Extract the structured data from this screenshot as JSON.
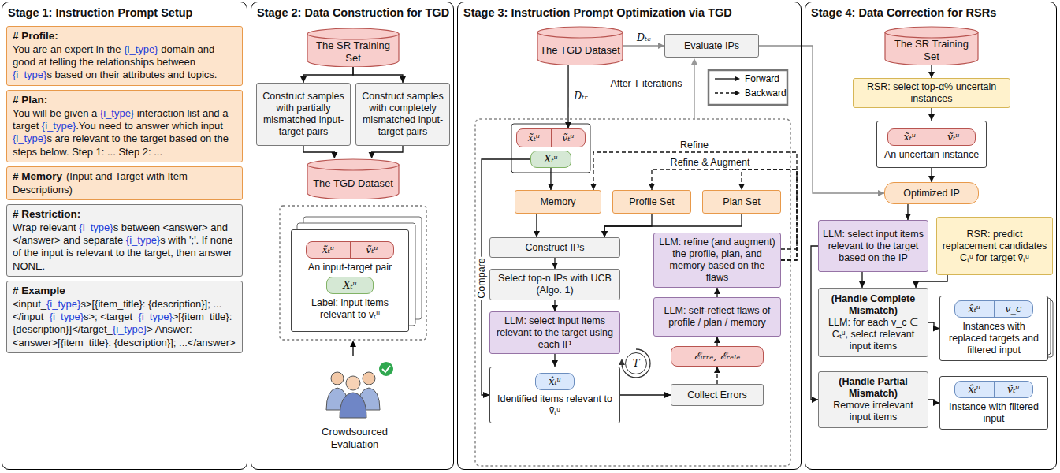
{
  "diagram": {
    "nodes": [
      {
        "text": [
          "Stage 1: Instruction Prompt Setup"
        ]
      },
      {
        "text": [
          "# Profile:",
          "You are an expert in the {i_type} domain and good at telling the relationships between {i_type}s based on their attributes and topics."
        ],
        "in": 0
      },
      {
        "text": [
          "# Plan:",
          "You will be given a {i_type} interaction list and a target {i_type}.You need to answer which input {i_type}s are relevant to the target based on the steps below. Step 1: ... Step 2: ..."
        ],
        "in": 0
      },
      {
        "text": [
          "# Memory",
          "(Input and Target with Item Descriptions)"
        ],
        "in": 0
      },
      {
        "text": [
          "# Restriction:",
          "Wrap relevant {i_type}s between <answer> and </answer> and separate {i_type}s with ';'. If none of the input is relevant to the target, then answer NONE."
        ],
        "in": 0
      },
      {
        "text": [
          "# Example",
          "<input_{i_type}s>[{item_title}: {description}]; ...</input_{i_type}s>; <target_{i_type}>[{item_title}: {description}]</target_{i_type}> Answer: <answer>[{item_title}: {description}]; ...</answer>"
        ],
        "in": 0
      },
      {
        "text": [
          "Stage 2: Data Construction for TGD"
        ]
      },
      {
        "text": [
          "The SR Training Set"
        ],
        "in": 6
      },
      {
        "text": [
          "Construct samples with partially mismatched input-target pairs"
        ],
        "in": 6
      },
      {
        "text": [
          "Construct samples with completely mismatched input-target pairs"
        ],
        "in": 6
      },
      {
        "text": [
          "The TGD Dataset"
        ],
        "in": 6
      },
      {
        "text": [
          "An input-target pair",
          "Label: input items relevant to ṽₜᵘ"
        ],
        "in": 6
      },
      {
        "text": [
          "x̃ₜᵘ",
          "ṽₜᵘ"
        ],
        "in": 11
      },
      {
        "text": [
          "Xₜᵘ"
        ],
        "in": 11
      },
      {
        "text": [
          "Stage 3: Instruction Prompt Optimization via TGD"
        ]
      },
      {
        "text": [
          "The TGD Dataset"
        ],
        "in": 14
      },
      {
        "text": [
          "Evaluate IPs"
        ],
        "in": 14
      },
      {
        "text": [
          "x̃ₜᵘ",
          "ṽₜᵘ"
        ],
        "in": 14
      },
      {
        "text": [
          "Xₜᵘ"
        ],
        "in": 14
      },
      {
        "text": [
          "Memory"
        ],
        "in": 14
      },
      {
        "text": [
          "Profile Set"
        ],
        "in": 14
      },
      {
        "text": [
          "Plan Set"
        ],
        "in": 14
      },
      {
        "text": [
          "Construct IPs"
        ],
        "in": 14
      },
      {
        "text": [
          "Select top-n IPs with UCB (Algo. 1)"
        ],
        "in": 14
      },
      {
        "text": [
          "LLM: select input items relevant to the target using each IP"
        ],
        "in": 14
      },
      {
        "text": [
          "Identified items relevant to ṽₜᵘ"
        ],
        "in": 14
      },
      {
        "text": [
          "x̂ₜᵘ"
        ],
        "in": 25
      },
      {
        "text": [
          "Collect Errors"
        ],
        "in": 14
      },
      {
        "text": [
          "ℰᵢᵣᵣₑ, ℰᵣₑₗₑ"
        ],
        "in": 14
      },
      {
        "text": [
          "LLM: self-reflect flaws of profile / plan / memory"
        ],
        "in": 14
      },
      {
        "text": [
          "LLM: refine (and augment) the profile, plan, and memory based on the flaws"
        ],
        "in": 14
      },
      {
        "text": [
          "T"
        ],
        "in": 14
      },
      {
        "text": [
          "Stage 4: Data Correction for RSRs"
        ]
      },
      {
        "text": [
          "The SR Training Set"
        ],
        "in": 32
      },
      {
        "text": [
          "RSR: select top-α% uncertain instances"
        ],
        "in": 32
      },
      {
        "text": [
          "An uncertain instance"
        ],
        "in": 32
      },
      {
        "text": [
          "x̃ₜᵘ",
          "ṽₜᵘ"
        ],
        "in": 35
      },
      {
        "text": [
          "Optimized IP"
        ],
        "in": 32
      },
      {
        "text": [
          "LLM: select input items relevant to the target based on the IP"
        ],
        "in": 32
      },
      {
        "text": [
          "RSR: predict replacement candidates Cₜᵘ for target ṽₜᵘ"
        ],
        "in": 32
      },
      {
        "text": [
          "(Handle Complete Mismatch)",
          "LLM: for each v_c ∈ Cₜᵘ, select relevant input items"
        ],
        "in": 32
      },
      {
        "text": [
          "Instances with replaced targets and filtered input"
        ],
        "in": 32
      },
      {
        "text": [
          "x̂ₜᵘ",
          "v_c"
        ],
        "in": 41
      },
      {
        "text": [
          "(Handle Partial Mismatch)",
          "Remove irrelevant input items"
        ],
        "in": 32
      },
      {
        "text": [
          "Instance with filtered input"
        ],
        "in": 32
      },
      {
        "text": [
          "x̂ₜᵘ",
          "ṽₜᵘ"
        ],
        "in": 44
      }
    ],
    "edges": [
      {
        "from": 7,
        "to": 8,
        "arrow": "to"
      },
      {
        "from": 7,
        "to": 9,
        "arrow": "to"
      },
      {
        "from": 8,
        "to": 10,
        "arrow": "to"
      },
      {
        "from": 9,
        "to": 10,
        "arrow": "to"
      },
      {
        "from": 15,
        "to": 16,
        "label": "Dₜₑ",
        "arrow": "to"
      },
      {
        "from": 15,
        "to": 17,
        "label": "Dₜᵣ",
        "arrow": "to"
      },
      {
        "from": 18,
        "to": 19,
        "arrow": "to"
      },
      {
        "from": 19,
        "to": 22,
        "arrow": "to"
      },
      {
        "from": 20,
        "to": 22,
        "arrow": "to"
      },
      {
        "from": 21,
        "to": 22,
        "arrow": "to"
      },
      {
        "from": 22,
        "to": 23,
        "arrow": "to"
      },
      {
        "from": 23,
        "to": 24,
        "arrow": "to"
      },
      {
        "from": 24,
        "to": 25,
        "arrow": "to"
      },
      {
        "from": 18,
        "to": 25,
        "label": "Compare",
        "arrow": "to"
      },
      {
        "from": 25,
        "to": 27,
        "arrow": "to"
      },
      {
        "from": 27,
        "to": 28,
        "arrow": "to"
      },
      {
        "from": 28,
        "to": 29,
        "arrow": "to"
      },
      {
        "from": 29,
        "to": 30,
        "arrow": "to"
      },
      {
        "from": 30,
        "to": 19,
        "label": "Refine",
        "arrow": "to"
      },
      {
        "from": 30,
        "to": 20,
        "label": "Refine & Augment",
        "arrow": "to"
      },
      {
        "from": 30,
        "to": 21,
        "arrow": "to"
      },
      {
        "from": 33,
        "to": 34,
        "arrow": "to"
      },
      {
        "from": 34,
        "to": 35,
        "arrow": "to"
      },
      {
        "from": 35,
        "to": 37,
        "arrow": "to"
      },
      {
        "from": 16,
        "to": 37,
        "arrow": "to"
      },
      {
        "from": 37,
        "to": 38,
        "arrow": "to"
      },
      {
        "from": 39,
        "to": 40,
        "arrow": "to"
      },
      {
        "from": 38,
        "to": 40,
        "arrow": "to"
      },
      {
        "from": 38,
        "to": 43,
        "arrow": "to"
      },
      {
        "from": 40,
        "to": 41,
        "arrow": "to"
      },
      {
        "from": 43,
        "to": 44,
        "arrow": "to"
      }
    ],
    "labels": [
      "Crowdsourced Evaluation",
      "After T iterations"
    ],
    "legend": [
      {
        "text": "Forward"
      },
      {
        "text": "Backward"
      }
    ]
  }
}
